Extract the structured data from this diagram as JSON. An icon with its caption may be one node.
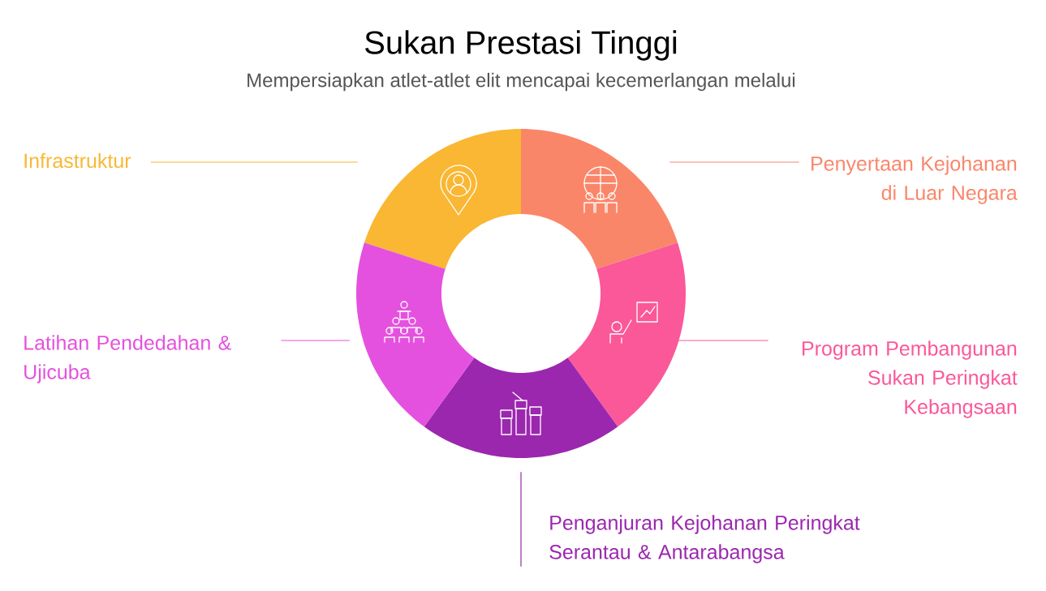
{
  "diagram": {
    "title": "Sukan Prestasi Tinggi",
    "nodes": [
      {
        "text": [
          "Infrastruktur"
        ]
      },
      {
        "text": [
          "Penyertaan Kejohanan di Luar Negara"
        ]
      },
      {
        "text": [
          "Latihan Pendedahan & Ujicuba"
        ]
      },
      {
        "text": [
          "Program Pembangunan Sukan Peringkat Kebangsaan"
        ]
      },
      {
        "text": [
          "Penganjuran Kejohanan Peringkat Serantau & Antarabangsa"
        ]
      },
      {
        "text": [],
        "shape": "wedge"
      },
      {
        "text": [],
        "shape": "wedge"
      },
      {
        "text": [],
        "shape": "wedge"
      },
      {
        "text": [],
        "shape": "wedge"
      },
      {
        "text": [],
        "shape": "wedge"
      }
    ],
    "edges": [
      {
        "from": 0,
        "to": 5,
        "arrow": "none",
        "color": "#f9b733"
      },
      {
        "from": 1,
        "to": 6,
        "arrow": "none",
        "color": "#fa866a"
      },
      {
        "from": 2,
        "to": 9,
        "arrow": "none",
        "color": "#e551df"
      },
      {
        "from": 3,
        "to": 7,
        "arrow": "none",
        "color": "#fb5899"
      },
      {
        "from": 4,
        "to": 8,
        "arrow": "none",
        "color": "#9b27af"
      }
    ],
    "labels": [
      "Mempersiapkan atlet-atlet elit mencapai kecemerlangan melalui"
    ]
  }
}
